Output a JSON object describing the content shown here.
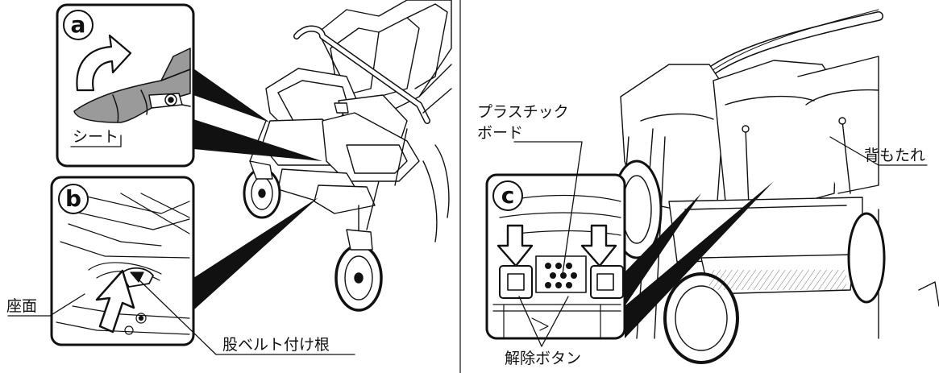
{
  "labels": {
    "seat": "シート",
    "seat_surface": "座面",
    "crotch_belt_base": "股ベルト付け根",
    "plastic_board_line1": "プラスチック",
    "plastic_board_line2": "ボード",
    "backrest": "背もたれ",
    "release_button": "解除ボタン"
  },
  "steps": {
    "a": "a",
    "b": "b",
    "c": "c"
  },
  "colors": {
    "line": "#111111",
    "seat_fill": "#9a9a9a",
    "background": "#ffffff"
  }
}
